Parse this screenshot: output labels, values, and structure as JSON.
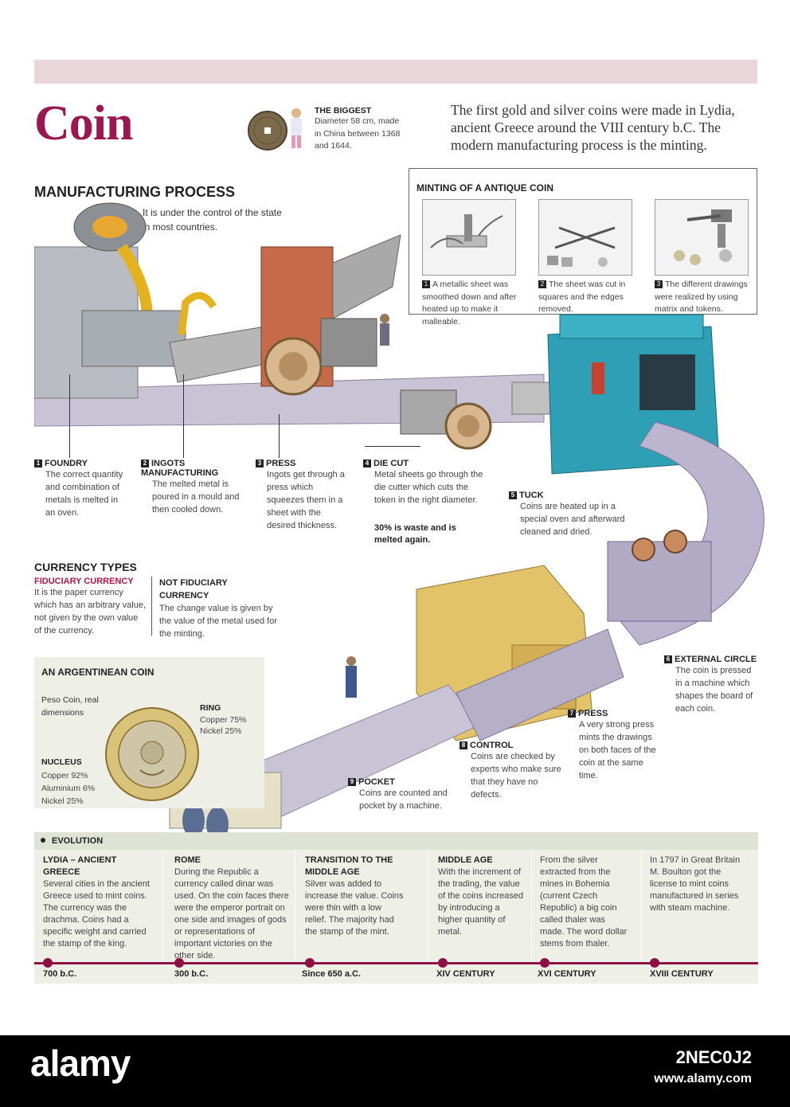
{
  "title": "Coin",
  "biggest": {
    "heading": "THE BIGGEST",
    "text": "Diameter 58 cm, made in China between 1368 and 1644."
  },
  "intro": "The first gold and silver coins were made in Lydia, ancient Greece around the VIII century b.C. The modern manufacturing process is the minting.",
  "manufacturing": {
    "heading": "MANUFACTURING PROCESS",
    "subtitle": "It is under the control of the state in most countries."
  },
  "minting": {
    "heading": "MINTING OF A ANTIQUE COIN",
    "steps": [
      {
        "num": "1",
        "text": "A metallic sheet was smoothed down and after heated up to make it malleable."
      },
      {
        "num": "2",
        "text": "The sheet was cut in squares and the edges removed."
      },
      {
        "num": "3",
        "text": "The different drawings were realized by using matrix and tokens."
      }
    ]
  },
  "steps": [
    {
      "num": "1",
      "title": "FOUNDRY",
      "text": "The correct quantity and combination of metals is melted in an oven."
    },
    {
      "num": "2",
      "title": "INGOTS MANUFACTURING",
      "text": "The melted metal is poured in a mould and then cooled down."
    },
    {
      "num": "3",
      "title": "PRESS",
      "text": "Ingots get through a press which squeezes them in a sheet with the desired thickness."
    },
    {
      "num": "4",
      "title": "DIE CUT",
      "text": "Metal sheets go through the die cutter which cuts the token in the right diameter.",
      "note": "30% is waste and is melted again."
    },
    {
      "num": "5",
      "title": "TUCK",
      "text": "Coins are heated up in a special oven and afterward cleaned and dried."
    },
    {
      "num": "6",
      "title": "EXTERNAL CIRCLE",
      "text": "The coin is pressed in a machine which shapes the board of each coin."
    },
    {
      "num": "7",
      "title": "PRESS",
      "text": "A very strong press mints the drawings on both faces of the coin at the same time."
    },
    {
      "num": "8",
      "title": "CONTROL",
      "text": "Coins are checked by experts who make sure that they have no defects."
    },
    {
      "num": "9",
      "title": "POCKET",
      "text": "Coins are counted and pocket by a machine."
    }
  ],
  "currency": {
    "heading": "CURRENCY TYPES",
    "fiduciary_title": "FIDUCIARY CURRENCY",
    "fiduciary_text": "It is the paper currency which has an arbitrary value, not given by the own value of the currency.",
    "not_fiduciary_title": "NOT FIDUCIARY CURRENCY",
    "not_fiduciary_text": "The change value is given by the value of the metal used for the minting."
  },
  "argentinean": {
    "heading": "AN ARGENTINEAN COIN",
    "caption": "Peso Coin, real dimensions",
    "ring_title": "RING",
    "ring_lines": [
      "Copper 75%",
      "Nickel 25%"
    ],
    "nucleus_title": "NUCLEUS",
    "nucleus_lines": [
      "Copper 92%",
      "Aluminium 6%",
      "Nickel 25%"
    ]
  },
  "evolution": {
    "heading": "EVOLUTION",
    "items": [
      {
        "title": "LYDIA – ANCIENT GREECE",
        "text": "Several cities in the ancient Greece used to mint coins. The currency was the drachma. Coins had a specific weight and carried the stamp of the king.",
        "date": "700 b.C."
      },
      {
        "title": "ROME",
        "text": "During the Republic a currency called dinar was used. On the coin faces there were the emperor portrait on one side and images of gods or representations of important victories on the other side.",
        "date": "300 b.C."
      },
      {
        "title": "TRANSITION TO THE MIDDLE AGE",
        "text": "Silver was added to increase the value. Coins were thin with a low relief. The majority had the stamp of the mint.",
        "date": "Since 650 a.C."
      },
      {
        "title": "MIDDLE AGE",
        "text": "With the increment of the trading, the value of the coins increased by introducing a higher quantity of metal.",
        "date": "XIV CENTURY"
      },
      {
        "title": "",
        "text": "From the silver extracted from the mines in Bohemia (current Czech Republic) a big coin called thaler was made. The word dollar stems from thaler.",
        "date": "XVI CENTURY"
      },
      {
        "title": "",
        "text": "In 1797 in Great Britain M. Boulton got the license to mint coins manufactured in series with steam machine.",
        "date": "XVIII CENTURY"
      }
    ]
  },
  "footer": {
    "brand": "alamy",
    "code": "2NEC0J2",
    "url": "www.alamy.com"
  },
  "colors": {
    "accent": "#9a1750",
    "timeline": "#8e1146",
    "panel": "#eef0e8",
    "topbar": "#e8d6da"
  }
}
